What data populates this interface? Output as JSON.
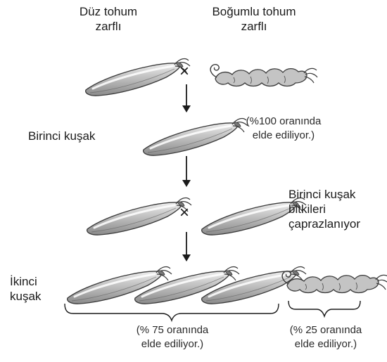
{
  "labels": {
    "smooth_header": "Düz tohum\nzarflı",
    "wrinkled_header": "Boğumlu tohum\nzarflı",
    "first_generation": "Birinci kuşak",
    "first_generation_note": "(%100 oranında\nelde ediliyor.)",
    "cross_note": "Birinci kuşak\nbitkileri\nçaprazlanıyor",
    "second_generation": "İkinci\nkuşak",
    "ratio_75": "(% 75 oranında\nelde ediliyor.)",
    "ratio_25": "(% 25 oranında\nelde ediliyor.)"
  },
  "symbols": {
    "cross": "×"
  },
  "colors": {
    "pod_fill": "#a9a9a9",
    "pod_highlight": "#e6e6e6",
    "wrinkled_fill": "#c4c4c4",
    "stroke": "#3a3a3a"
  }
}
